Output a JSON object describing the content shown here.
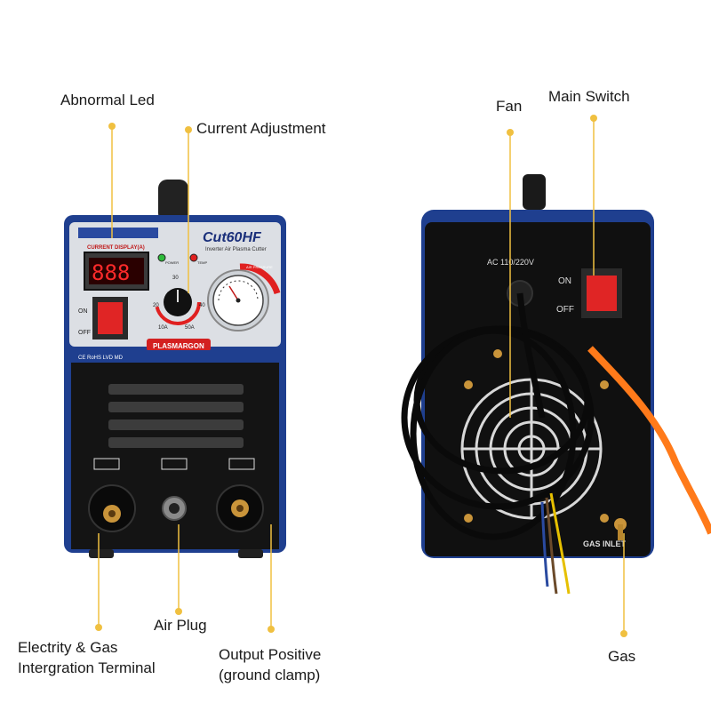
{
  "callouts": {
    "abnormal_led": "Abnormal Led",
    "current_adjustment": "Current Adjustment",
    "fan": "Fan",
    "main_switch": "Main Switch",
    "electrode_terminal_line1": "Electrity & Gas",
    "electrode_terminal_line2": "Intergration Terminal",
    "air_plug": "Air Plug",
    "output_positive_line1": "Output Positive",
    "output_positive_line2": "(ground clamp)",
    "gas": "Gas"
  },
  "front_panel": {
    "model": "Cut60HF",
    "subtitle": "Inverter Air Plasma Cutter",
    "display_label": "CURRENT DISPLAY(A)",
    "display_value": "888",
    "brand": "PLASMARGON",
    "cert": "CE RoHS LVD MD",
    "power_label": "POWER",
    "temp_label": "TEMP",
    "switch_on": "ON",
    "switch_off": "OFF",
    "knob_ticks": [
      "10A",
      "20",
      "30",
      "40",
      "50A"
    ],
    "gauge_label": "AIR PRESSURE"
  },
  "back_panel": {
    "input_label": "AC 110/220V",
    "switch_on": "ON",
    "switch_off": "OFF",
    "gas_inlet_label": "GAS INLET"
  },
  "colors": {
    "leader_line": "#f0c040",
    "panel_blue": "#1f3f8f",
    "accent_red": "#d32020",
    "body_black": "#141414",
    "hose_orange": "#ff7a1a"
  }
}
